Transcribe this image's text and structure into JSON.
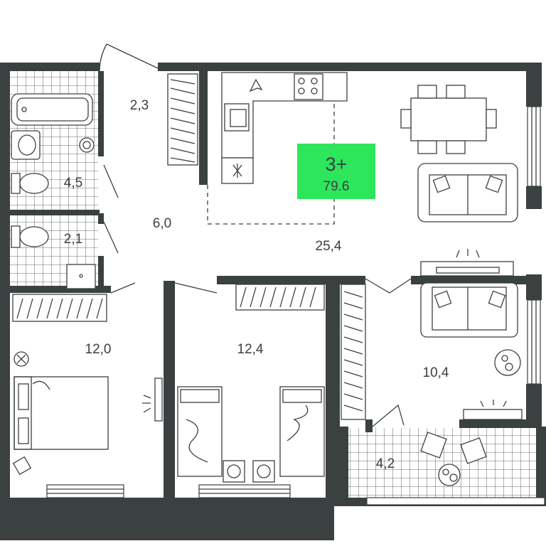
{
  "badge": {
    "rooms": "3+",
    "total_area": "79.6",
    "color": "#2ee65c"
  },
  "rooms": {
    "hall_top": "2,3",
    "bathroom": "4,5",
    "toilet": "2,1",
    "corridor": "6,0",
    "living_kitchen": "25,4",
    "bedroom_left": "12,0",
    "bedroom_middle": "12,4",
    "bedroom_right": "10,4",
    "balcony": "4,2"
  },
  "colors": {
    "wall": "#3b4040",
    "background": "#ffffff"
  }
}
